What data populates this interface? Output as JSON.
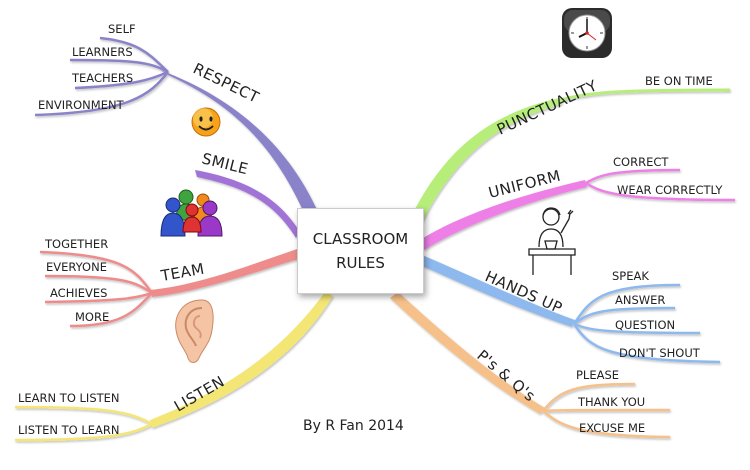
{
  "center": {
    "line1": "CLASSROOM",
    "line2": "RULES"
  },
  "credit": "By R Fan 2014",
  "colors": {
    "respect": "#8a83c9",
    "smile": "#a173d6",
    "team": "#ee8c8c",
    "listen": "#f3e675",
    "punctuality": "#b7ee7a",
    "uniform": "#ee7fe6",
    "hands_up": "#8eb9ee",
    "ps_qs": "#f6c08a"
  },
  "branches": {
    "respect": {
      "label": "RESPECT",
      "leaves": [
        "SELF",
        "LEARNERS",
        "TEACHERS",
        "ENVIRONMENT"
      ]
    },
    "smile": {
      "label": "SMILE"
    },
    "team": {
      "label": "TEAM",
      "leaves": [
        "TOGETHER",
        "EVERYONE",
        "ACHIEVES",
        "MORE"
      ]
    },
    "listen": {
      "label": "LISTEN",
      "leaves": [
        "LEARN TO LISTEN",
        "LISTEN TO LEARN"
      ]
    },
    "punctuality": {
      "label": "PUNCTUALITY",
      "leaves": [
        "BE ON TIME"
      ]
    },
    "uniform": {
      "label": "UNIFORM",
      "leaves": [
        "CORRECT",
        "WEAR CORRECTLY"
      ]
    },
    "hands_up": {
      "label": "HANDS UP",
      "leaves": [
        "SPEAK",
        "ANSWER",
        "QUESTION",
        "DON'T SHOUT"
      ]
    },
    "ps_qs": {
      "label": "P's & Q's",
      "leaves": [
        "PLEASE",
        "THANK YOU",
        "EXCUSE ME"
      ]
    }
  },
  "icons": [
    "clock-icon",
    "smiley-face-icon",
    "group-of-people-icon",
    "ear-icon",
    "raised-hand-student-icon"
  ]
}
